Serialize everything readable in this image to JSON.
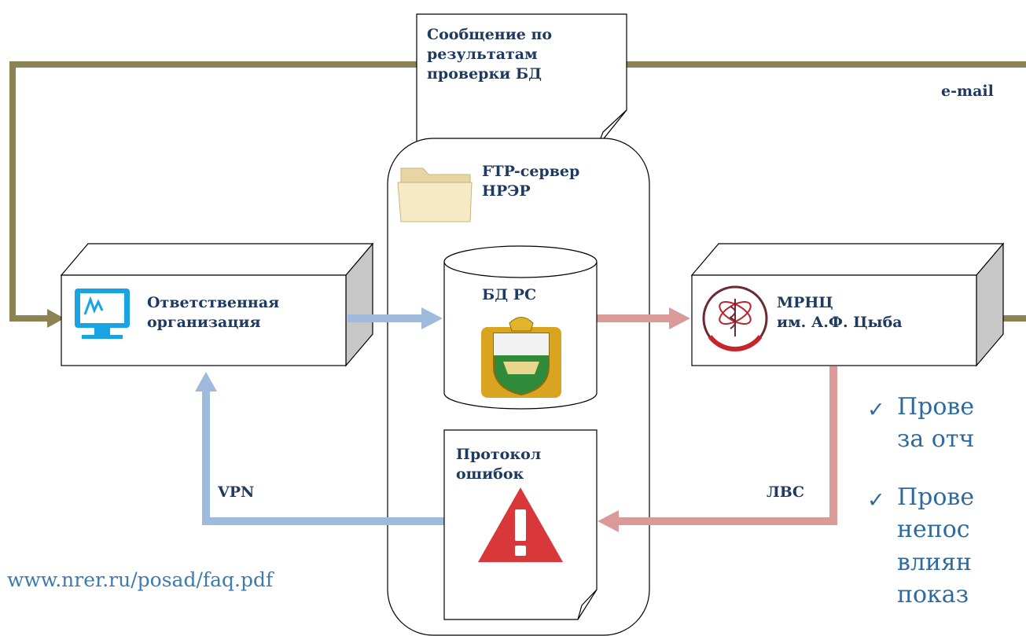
{
  "message_note": {
    "lines": [
      "Сообщение по",
      "результатам",
      "проверки БД"
    ]
  },
  "email_label": "e-mail",
  "ftp_server": {
    "lines": [
      "FTP-сервер",
      "НРЭР"
    ]
  },
  "responsible_org": {
    "lines": [
      "Ответственная",
      "организация"
    ]
  },
  "db": {
    "label": "БД РС"
  },
  "mrnc": {
    "lines": [
      "МРНЦ",
      "им. А.Ф. Цыба"
    ]
  },
  "error_protocol": {
    "lines": [
      "Протокол",
      "ошибок"
    ]
  },
  "vpn_label": "VPN",
  "lan_label": "ЛВС",
  "url": "www.nrer.ru/posad/faq.pdf",
  "checklist": {
    "items": [
      {
        "mark": "✓",
        "lines": [
          "Прове",
          "за отч"
        ]
      },
      {
        "mark": "✓",
        "lines": [
          "Прове",
          "непос",
          "влиян",
          "показ"
        ]
      }
    ]
  },
  "colors": {
    "email_flow": "#8b8452",
    "vpn_flow": "#9ebadc",
    "lan_flow": "#da9a98",
    "warning": "#d9383a",
    "text": "#1f3a60"
  }
}
